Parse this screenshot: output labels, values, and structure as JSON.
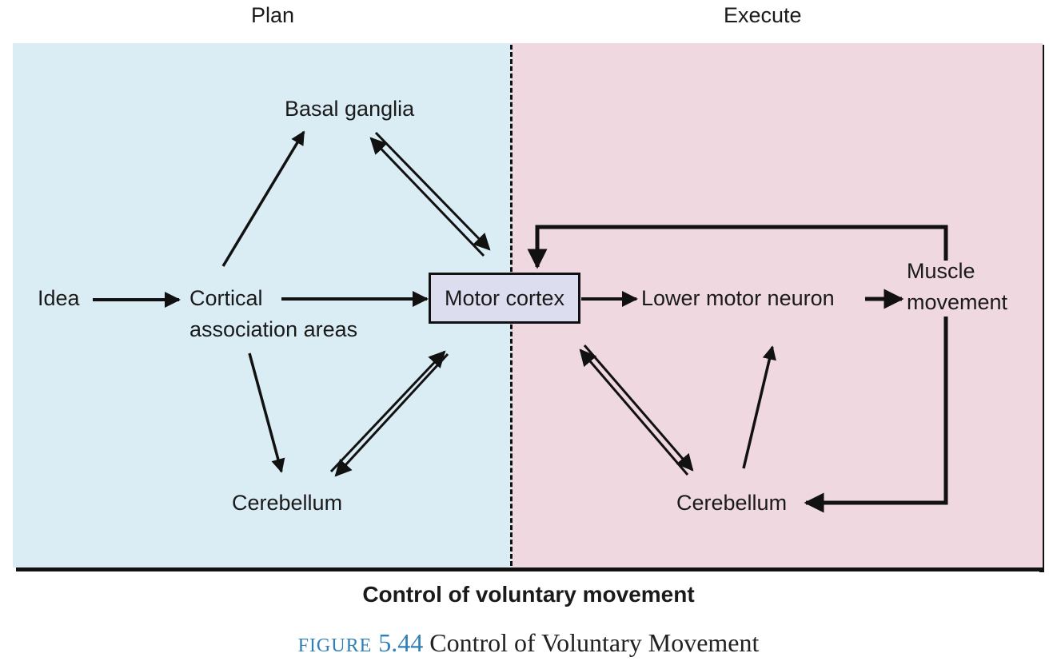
{
  "headers": {
    "plan": "Plan",
    "execute": "Execute"
  },
  "nodes": {
    "idea": "Idea",
    "cortical_line1": "Cortical",
    "cortical_line2": "association areas",
    "basal_ganglia": "Basal ganglia",
    "cerebellum_plan": "Cerebellum",
    "motor_cortex": "Motor cortex",
    "lower_motor_neuron": "Lower motor neuron",
    "muscle_line1": "Muscle",
    "muscle_line2": "movement",
    "cerebellum_execute": "Cerebellum"
  },
  "caption": "Control of voluntary movement",
  "figure": {
    "label": "FIGURE",
    "number": "5.44",
    "title": "Control of Voluntary Movement"
  },
  "colors": {
    "plan_bg": "#dbedf4",
    "execute_bg": "#efd8df",
    "motor_box_bg": "#ddddf0",
    "figure_label": "#2f7fb8"
  }
}
